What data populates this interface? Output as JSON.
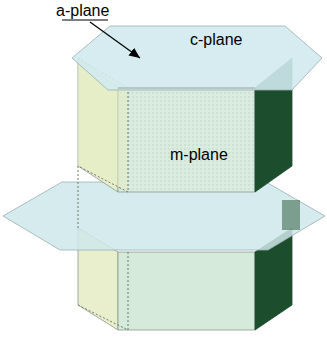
{
  "diagram": {
    "labels": [
      "a-plane",
      "c-plane",
      "m-plane"
    ]
  }
}
